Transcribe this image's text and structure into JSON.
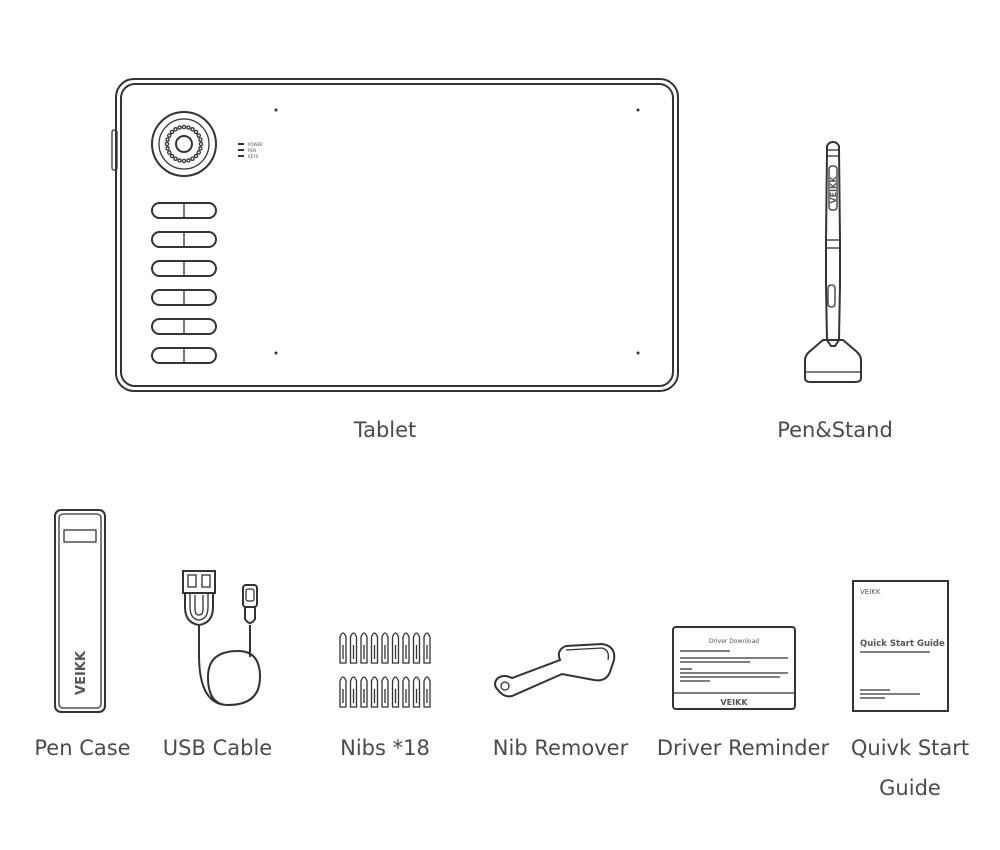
{
  "items": {
    "tablet": {
      "label": "Tablet",
      "indicators": [
        "POWER",
        "PEN",
        "KEYS"
      ]
    },
    "pen_stand": {
      "label": "Pen&Stand",
      "brand": "VEIKK"
    },
    "pen_case": {
      "label": "Pen Case",
      "brand": "VEIKK"
    },
    "usb_cable": {
      "label": "USB Cable"
    },
    "nibs": {
      "label": "Nibs *18"
    },
    "nib_remover": {
      "label": "Nib Remover"
    },
    "driver_reminder": {
      "label": "Driver Reminder",
      "card_title": "Driver Download",
      "card_brand": "VEIKK"
    },
    "quick_start_guide": {
      "label_line1": "Quivk Start",
      "label_line2": "Guide",
      "booklet_brand": "VEIKK",
      "booklet_title": "Quick Start Guide"
    }
  }
}
